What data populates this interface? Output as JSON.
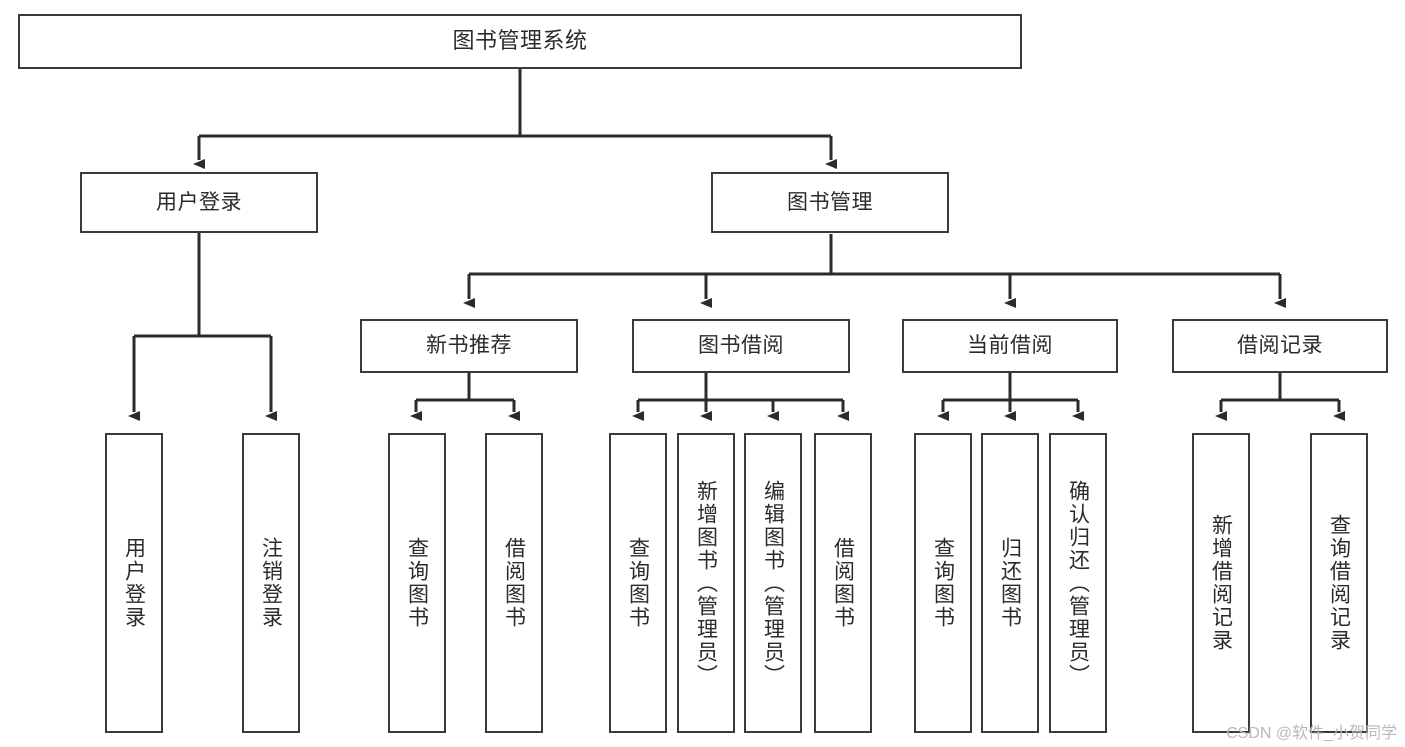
{
  "diagram": {
    "type": "tree-hierarchy",
    "title": "图书管理系统",
    "watermark": "CSDN @软件_小贺同学",
    "colors": {
      "box_stroke": "#3a3a3a",
      "box_fill": "#ffffff",
      "text": "#2b2b2b",
      "edge": "#2b2b2b",
      "watermark": "#b9b9b9"
    },
    "nodes": {
      "root": {
        "label": "图书管理系统"
      },
      "level1": [
        {
          "label": "用户登录"
        },
        {
          "label": "图书管理"
        }
      ],
      "level2": [
        {
          "label": "新书推荐"
        },
        {
          "label": "图书借阅"
        },
        {
          "label": "当前借阅"
        },
        {
          "label": "借阅记录"
        }
      ],
      "leaves": {
        "user_login": [
          {
            "label": "用户登录"
          },
          {
            "label": "注销登录"
          }
        ],
        "new_book_recommend": [
          {
            "label": "查询图书"
          },
          {
            "label": "借阅图书"
          }
        ],
        "book_borrow": [
          {
            "label": "查询图书"
          },
          {
            "label": "新增图书（管理员）"
          },
          {
            "label": "编辑图书（管理员）"
          },
          {
            "label": "借阅图书"
          }
        ],
        "current_borrow": [
          {
            "label": "查询图书"
          },
          {
            "label": "归还图书"
          },
          {
            "label": "确认归还（管理员）"
          }
        ],
        "borrow_record": [
          {
            "label": "新增借阅记录"
          },
          {
            "label": "查询借阅记录"
          }
        ]
      }
    }
  }
}
